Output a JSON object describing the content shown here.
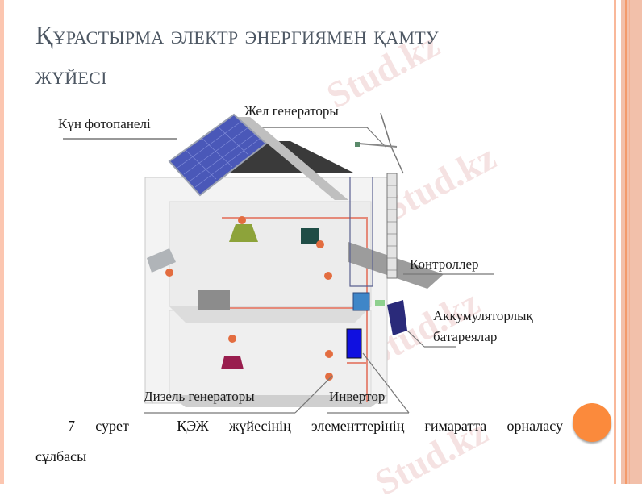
{
  "slide": {
    "title_line1": "Құрастырма электр энергиямен қамту",
    "title_line2": "жүйесі",
    "watermark_text": "Stud.kz",
    "colors": {
      "title": "#4d5763",
      "accent_orange": "#fb8a3c",
      "stripe_light": "#fcc6b0",
      "stripe_dark": "#f49a6a"
    }
  },
  "figure": {
    "labels": {
      "solar_panel": "Күн фотопанелі",
      "wind_generator": "Жел генераторы",
      "controller": "Контроллер",
      "battery_line1": "Аккумуляторлық",
      "battery_line2": "батареялар",
      "diesel_generator": "Дизель генераторы",
      "inverter": "Инвертор"
    }
  },
  "caption": {
    "line1": "7 сурет – ҚЭЖ жүйесінің элементтерінің ғимаратта орналасу",
    "line2": "сұлбасы"
  }
}
